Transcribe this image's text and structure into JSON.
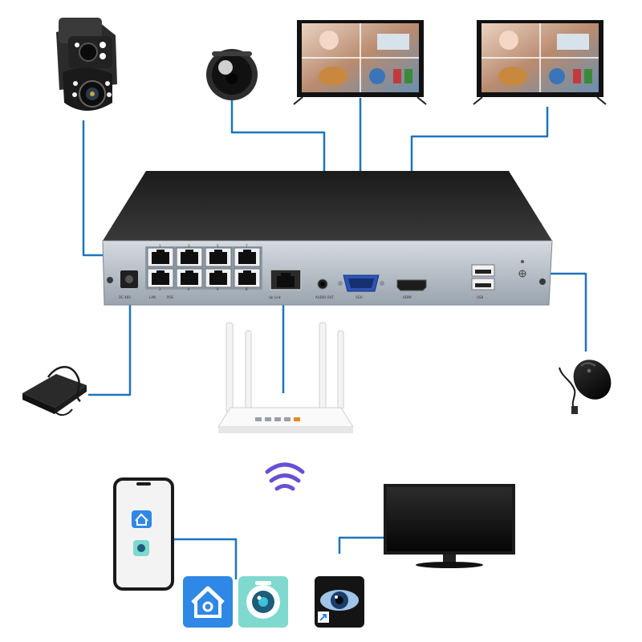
{
  "colors": {
    "wire": "#1e73be",
    "nvr_top": "#2a2a2a",
    "nvr_panel": "#b9c2cc",
    "app_blue": "#2f87e6",
    "app_teal": "#7fd9cf",
    "wifi": "#6a4fd6"
  },
  "nvr_panel": {
    "dc_label": "DC 48V",
    "lan_label": "LAN",
    "poe_label": "POE",
    "port_numbers": [
      "1",
      "3",
      "5",
      "7",
      "2",
      "4",
      "6",
      "8"
    ],
    "uplink_label": "Up Link",
    "audio_label": "AUDIO OUT",
    "vga_label": "VGA",
    "hdmi_label": "HDMI",
    "usb_label": "USB"
  },
  "devices": {
    "ptz_camera": "ptz-camera-icon",
    "dome_camera": "dome-camera-icon",
    "monitor_vga": "monitor-icon",
    "monitor_hdmi": "monitor-icon",
    "nvr": "nvr-recorder-icon",
    "power_adapter": "power-adapter-icon",
    "router": "wifi-router-icon",
    "mouse": "mouse-icon",
    "wifi_signal": "wifi-signal-icon",
    "smartphone": "smartphone-icon",
    "home_app": "home-security-app-icon",
    "camera_app": "camera-app-icon",
    "desktop_monitor": "desktop-monitor-icon",
    "pc_client_app": "eye-client-app-icon"
  }
}
